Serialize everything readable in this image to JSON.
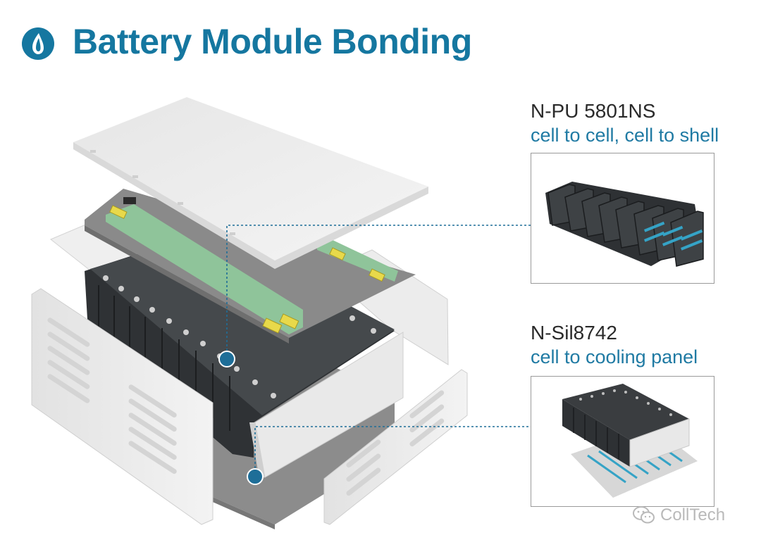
{
  "header": {
    "title": "Battery Module Bonding",
    "logo_icon": "water-drop-icon"
  },
  "callouts": [
    {
      "name": "N-PU 5801NS",
      "description": "cell to cell, cell to shell"
    },
    {
      "name": "N-Sil8742",
      "description": "cell to cooling panel"
    }
  ],
  "watermark": {
    "text": "CollTech",
    "icon": "wechat-icon"
  },
  "colors": {
    "brand_blue": "#1577a0",
    "callout_blue": "#1f7aa3",
    "marker_blue": "#1e6e98",
    "accent_teal": "#35a3c6",
    "cell_dark": "#3a3d40",
    "shell_light": "#ececec",
    "pcb_green": "#8fc49a"
  }
}
